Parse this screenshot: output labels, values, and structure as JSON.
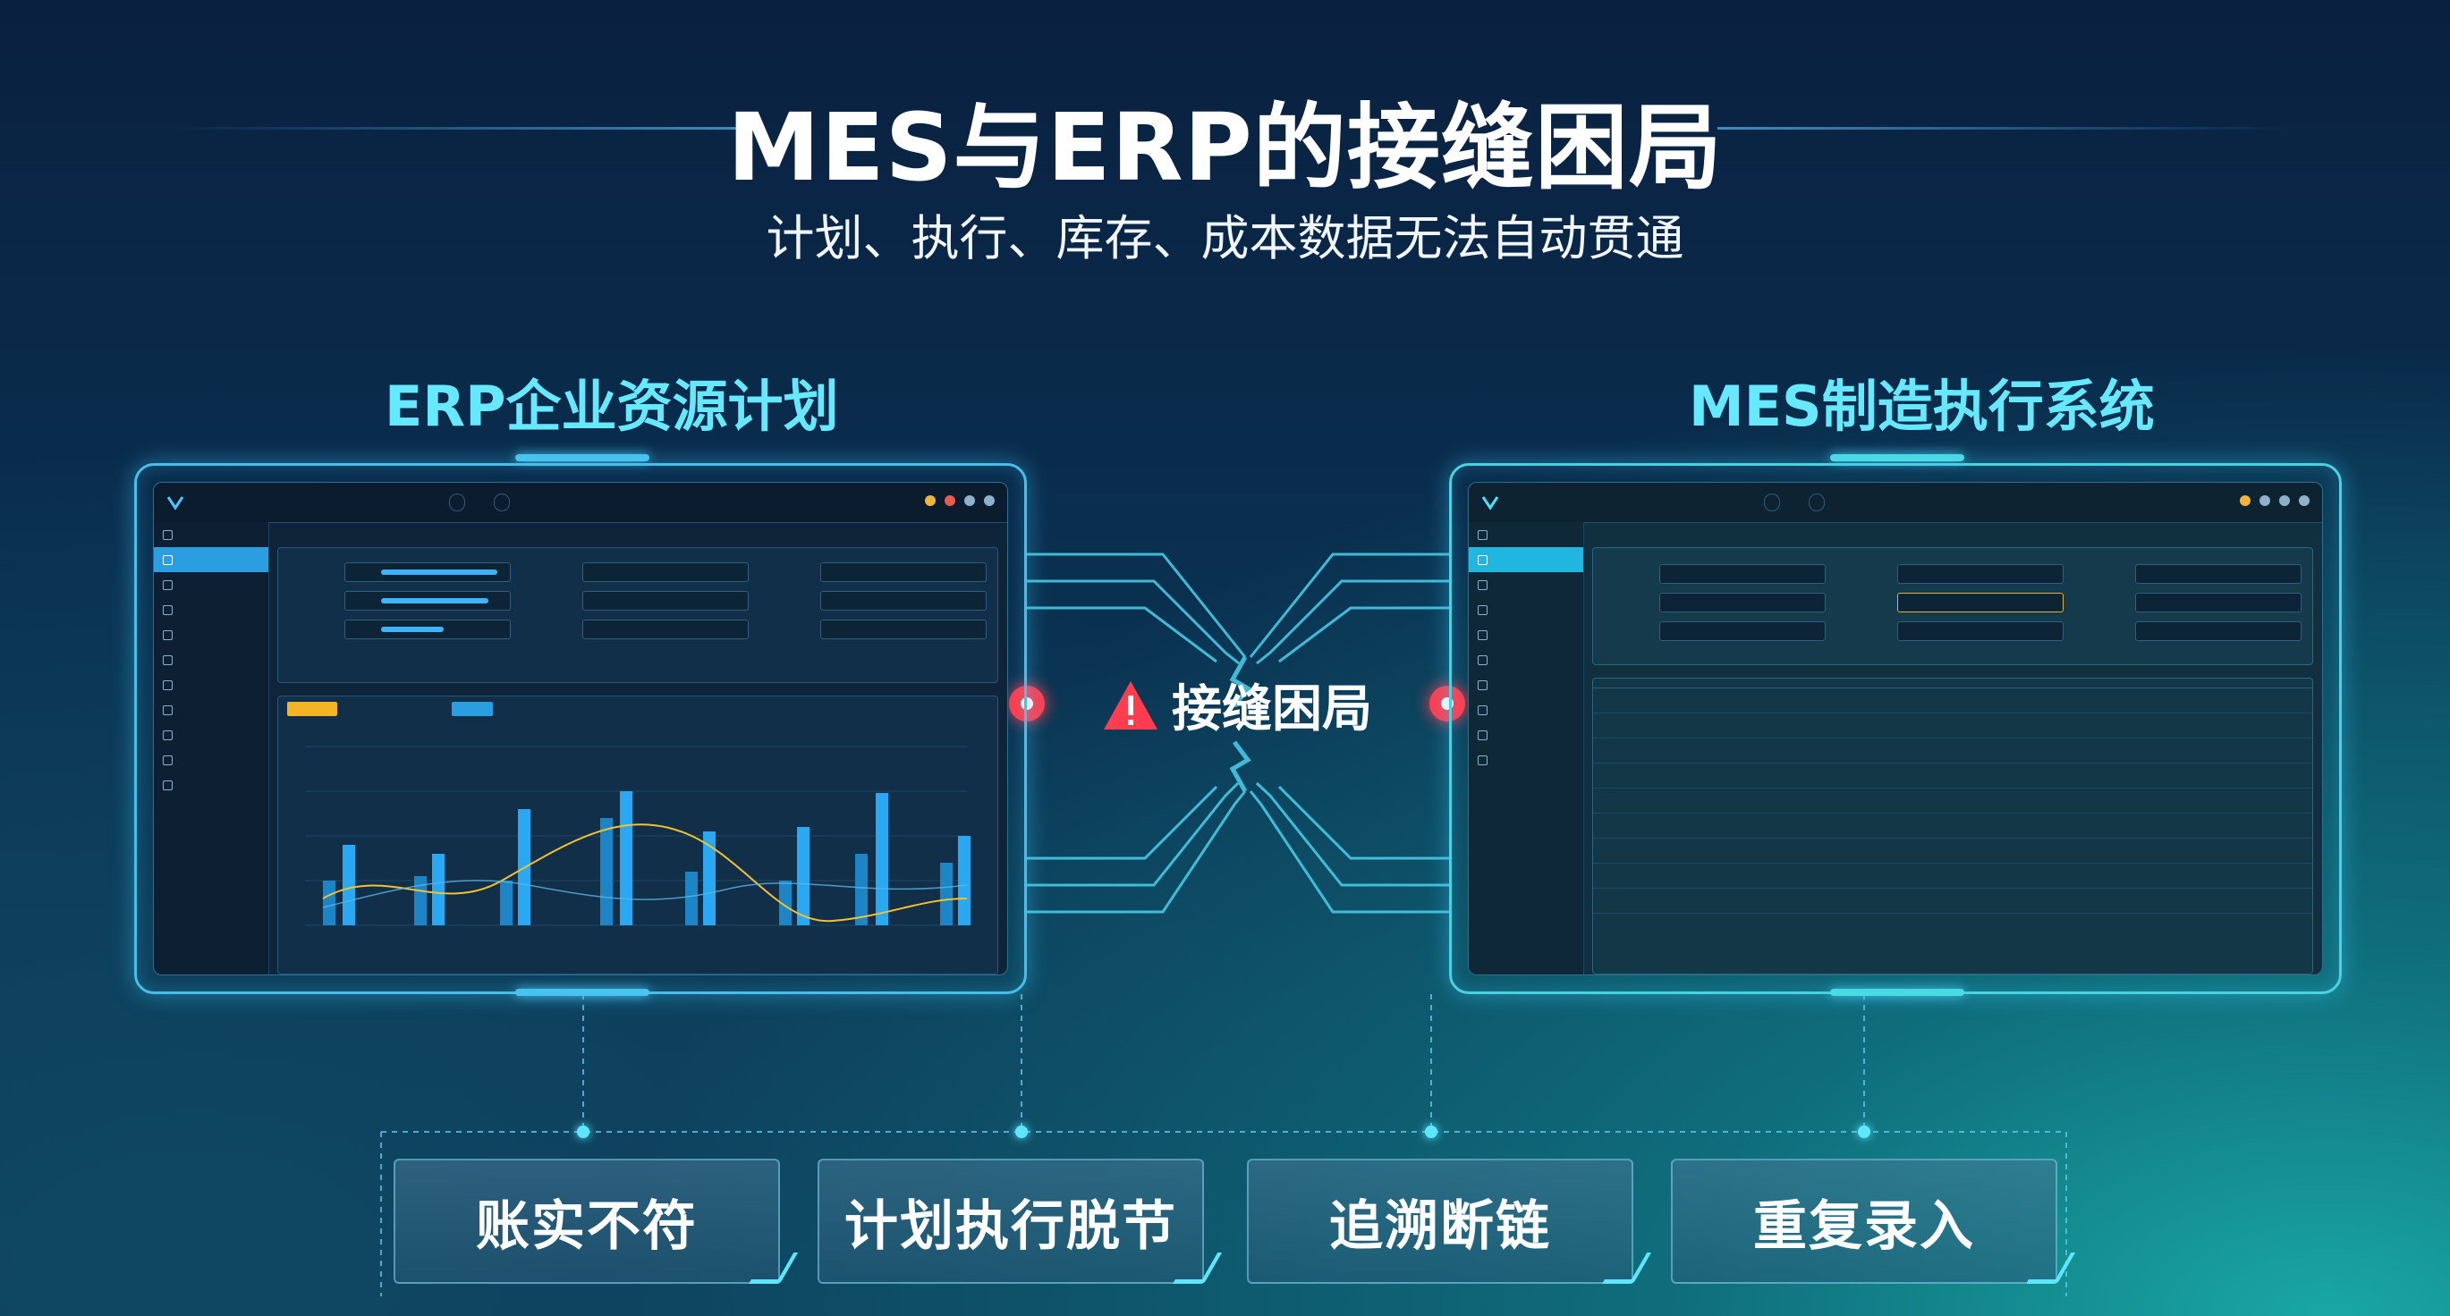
{
  "header": {
    "title": "MES与ERP的接缝困局",
    "subtitle": "计划、执行、库存、成本数据无法自动贯通"
  },
  "systems": {
    "erp_label": "ERP企业资源计划",
    "mes_label": "MES制造执行系统"
  },
  "seam": {
    "label": "接缝困局",
    "icon": "warning-icon"
  },
  "problems": [
    "账实不符",
    "计划执行脱节",
    "追溯断链",
    "重复录入"
  ],
  "colors": {
    "accent_cyan": "#66e8ff",
    "alert_red": "#ff3d4f",
    "chart_bar": "#2aa8f2",
    "chart_line": "#f2c230"
  }
}
